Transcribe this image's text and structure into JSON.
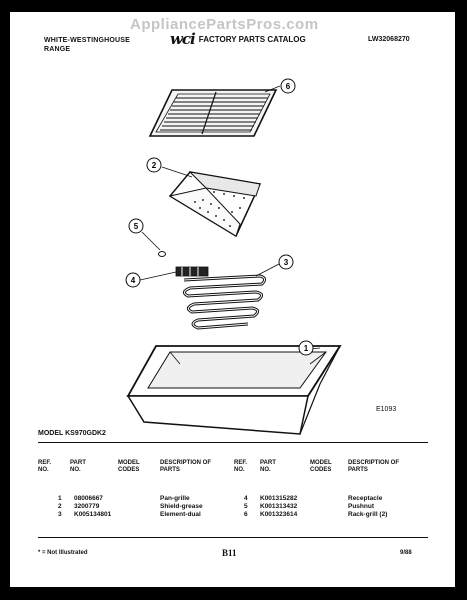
{
  "header": {
    "brand_line1": "WHITE-WESTINGHOUSE",
    "brand_line2": "RANGE",
    "logo": "wci",
    "catalog": "FACTORY PARTS CATALOG",
    "doc_code": "LW32068270",
    "watermark": "AppliancePartsPros.com"
  },
  "diagram": {
    "figure_id": "E1093",
    "callouts": [
      "1",
      "2",
      "3",
      "4",
      "5",
      "6"
    ]
  },
  "model": "MODEL KS970GDK2",
  "parts_table": {
    "headers": {
      "ref_no": "REF. NO.",
      "part_no": "PART NO.",
      "model_codes": "MODEL CODES",
      "description": "DESCRIPTION OF PARTS"
    },
    "left_rows": [
      {
        "ref": "1",
        "part": "08006667",
        "desc": "Pan-grille"
      },
      {
        "ref": "2",
        "part": "3200779",
        "desc": "Shield-grease"
      },
      {
        "ref": "3",
        "part": "K005134801",
        "desc": "Element-dual"
      }
    ],
    "right_rows": [
      {
        "ref": "4",
        "part": "K001315282",
        "desc": "Receptacle"
      },
      {
        "ref": "5",
        "part": "K001313432",
        "desc": "Pushnut"
      },
      {
        "ref": "6",
        "part": "K001323614",
        "desc": "Rack-grill (2)"
      }
    ]
  },
  "footer": {
    "footnote": "* = Not Illustrated",
    "page": "B11",
    "date": "9/88"
  }
}
